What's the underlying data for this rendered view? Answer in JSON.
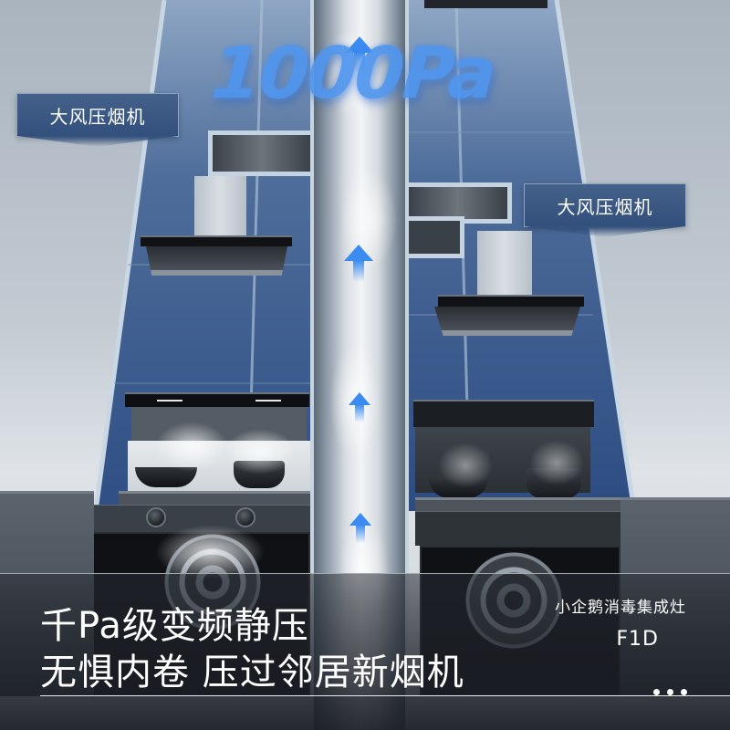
{
  "hero": {
    "pressure_value": "1000Pa",
    "label_left": "大风压烟机",
    "label_right": "大风压烟机"
  },
  "caption": {
    "headline_line1": "千Pa级变频静压",
    "headline_line2": "无惧内卷 压过邻居新烟机",
    "product_name": "小企鹅消毒集成灶",
    "model": "F1D"
  },
  "carousel": {
    "dots": 3
  },
  "colors": {
    "accent_blue": "#3b8bf0",
    "label_bg": "#3a5782",
    "glass_blue": "#3f5c8a",
    "overlay_dark": "#1c1f25"
  },
  "icons": {
    "airflow_arrows": [
      "arrow-up-icon",
      "arrow-up-icon",
      "arrow-up-icon",
      "arrow-up-icon"
    ],
    "more": "more-dots-icon"
  }
}
